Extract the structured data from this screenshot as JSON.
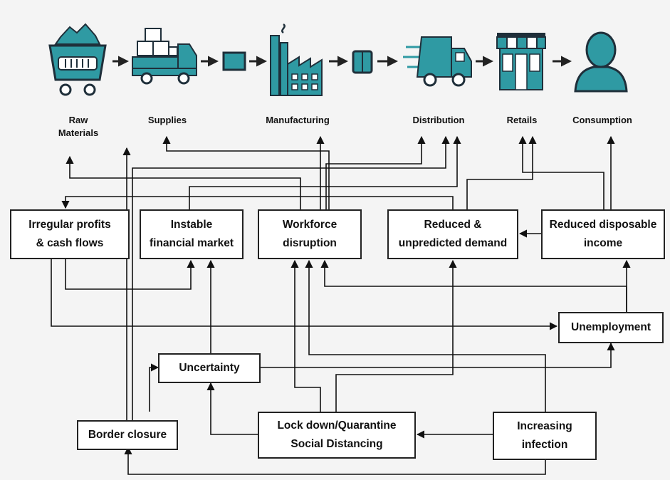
{
  "colors": {
    "icon_teal": "#2f9aa3",
    "icon_dark": "#1f2f3a",
    "line": "#111111",
    "box_border": "#222222"
  },
  "stages": [
    {
      "id": "raw",
      "label": "Raw\nMaterials",
      "icon": "mining-cart-icon"
    },
    {
      "id": "supplies",
      "label": "Supplies",
      "icon": "truck-with-boxes-icon"
    },
    {
      "id": "package",
      "label": "",
      "icon": "package-box-icon"
    },
    {
      "id": "manufacturing",
      "label": "Manufacturing",
      "icon": "factory-icon"
    },
    {
      "id": "product",
      "label": "",
      "icon": "product-box-icon"
    },
    {
      "id": "distribution",
      "label": "Distribution",
      "icon": "delivery-truck-icon"
    },
    {
      "id": "retails",
      "label": "Retails",
      "icon": "storefront-icon"
    },
    {
      "id": "consumption",
      "label": "Consumption",
      "icon": "person-icon"
    }
  ],
  "boxes": {
    "irregular": "Irregular profits\n& cash flows",
    "financial": "Instable\nfinancial market",
    "workforce": "Workforce\ndisruption",
    "demand": "Reduced &\nunpredicted demand",
    "income": "Reduced disposable\nincome",
    "unemployment": "Unemployment",
    "uncertainty": "Uncertainty",
    "lockdown": "Lock down/Quarantine\nSocial Distancing",
    "infection": "Increasing\ninfection",
    "border": "Border closure"
  }
}
